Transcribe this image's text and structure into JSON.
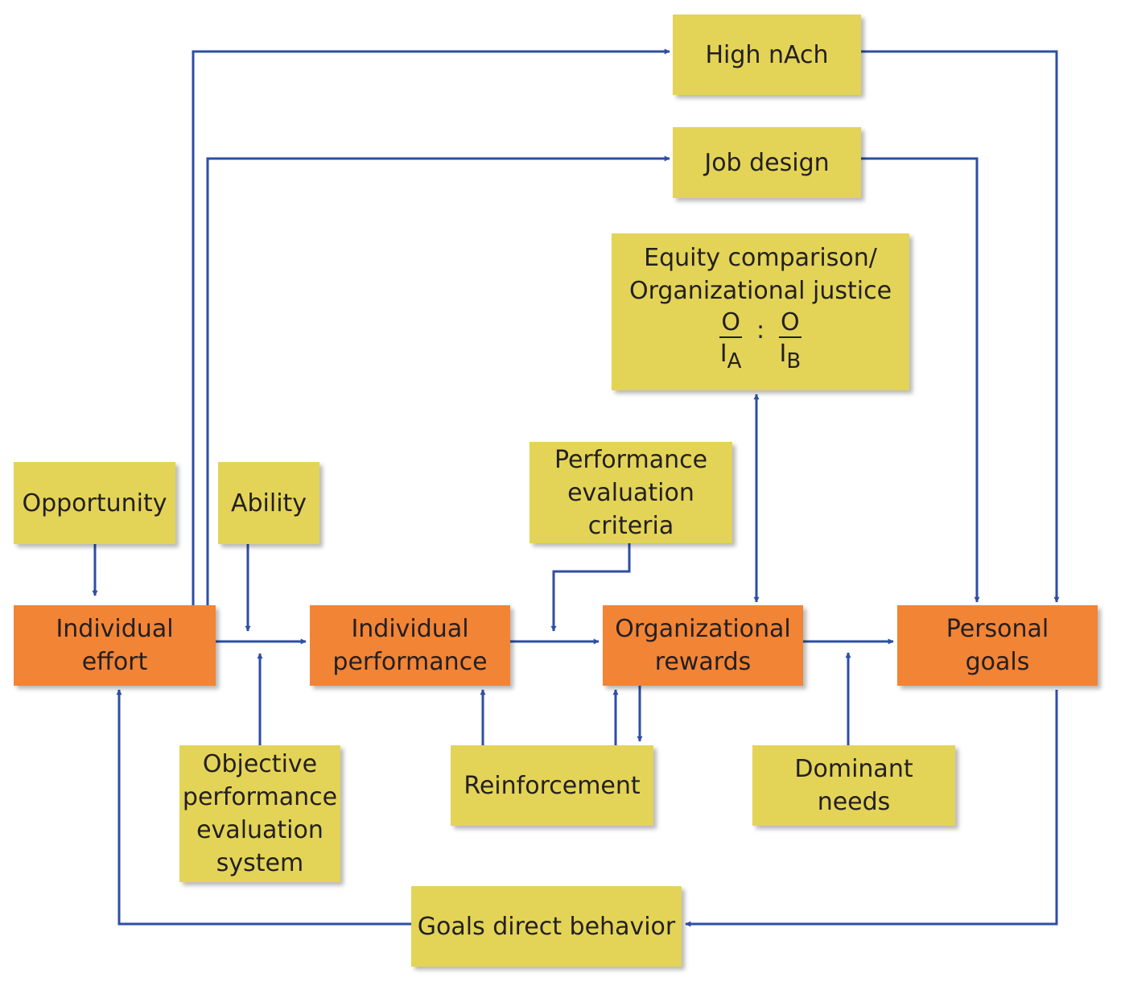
{
  "colors": {
    "yellow_box": "#e3d457",
    "orange_box": "#f28436",
    "arrow": "#2e4ea4",
    "text": "#231f20"
  },
  "boxes": {
    "high_nach": [
      "High nAch"
    ],
    "job_design": [
      "Job design"
    ],
    "equity": {
      "lines": [
        "Equity comparison/",
        "Organizational justice"
      ],
      "formula": {
        "left_numerator": "O",
        "left_denominator": "I",
        "left_subscript": "A",
        "separator": ":",
        "right_numerator": "O",
        "right_denominator": "I",
        "right_subscript": "B"
      }
    },
    "performance_evaluation_criteria": [
      "Performance",
      "evaluation",
      "criteria"
    ],
    "opportunity": [
      "Opportunity"
    ],
    "ability": [
      "Ability"
    ],
    "individual_effort": [
      "Individual",
      "effort"
    ],
    "individual_performance": [
      "Individual",
      "performance"
    ],
    "organizational_rewards": [
      "Organizational",
      "rewards"
    ],
    "personal_goals": [
      "Personal",
      "goals"
    ],
    "objective_performance_evaluation_system": [
      "Objective",
      "performance",
      "evaluation",
      "system"
    ],
    "reinforcement": [
      "Reinforcement"
    ],
    "dominant_needs": [
      "Dominant",
      "needs"
    ],
    "goals_direct_behavior": [
      "Goals direct behavior"
    ]
  }
}
